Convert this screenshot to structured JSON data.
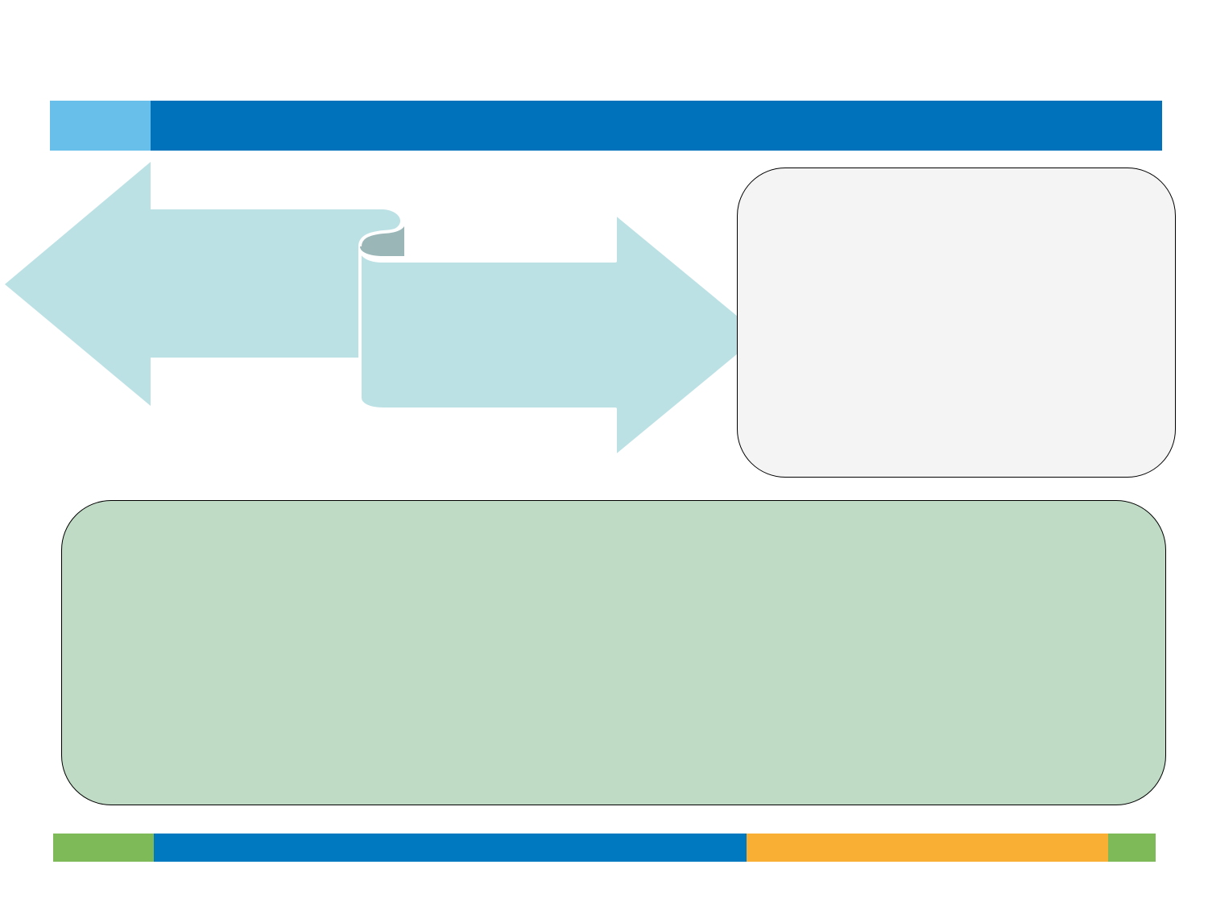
{
  "colors": {
    "header_accent": "#68BFEA",
    "header_main": "#0072BC",
    "arrow_fill": "#BCE1E4",
    "arrow_curl": "#9AB6B7",
    "info_box_fill": "#F4F4F4",
    "summary_box_fill": "#BFDBC5",
    "footer_green": "#7EBA57",
    "footer_blue": "#0079C1",
    "footer_orange": "#F8AF34"
  },
  "icons": {
    "left_arrow": "left-arrow-shape",
    "right_arrow": "right-arrow-shape",
    "scroll_curl": "scroll-curl-shape"
  },
  "info_box": {
    "text": ""
  },
  "summary_box": {
    "text": ""
  }
}
